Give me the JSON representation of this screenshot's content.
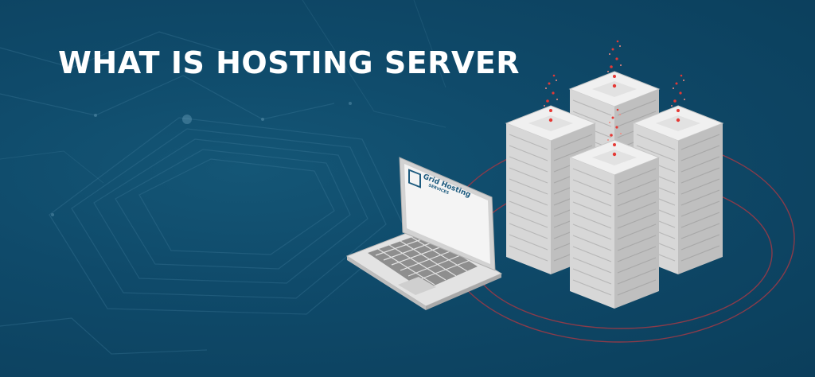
{
  "headline": "WHAT IS HOSTING SERVER",
  "laptop": {
    "brand_line1": "Grid Hosting",
    "brand_line2": "SERVICES"
  },
  "colors": {
    "background": "#0f4a6a",
    "headline": "#ffffff",
    "server_body": "#d9d9d9",
    "server_top": "#f2f2f2",
    "signal_red": "#e53935",
    "orbit_ring": "#8a3b4a"
  },
  "icons": [
    "laptop-icon",
    "server-rack-icon",
    "brand-logo-icon"
  ]
}
